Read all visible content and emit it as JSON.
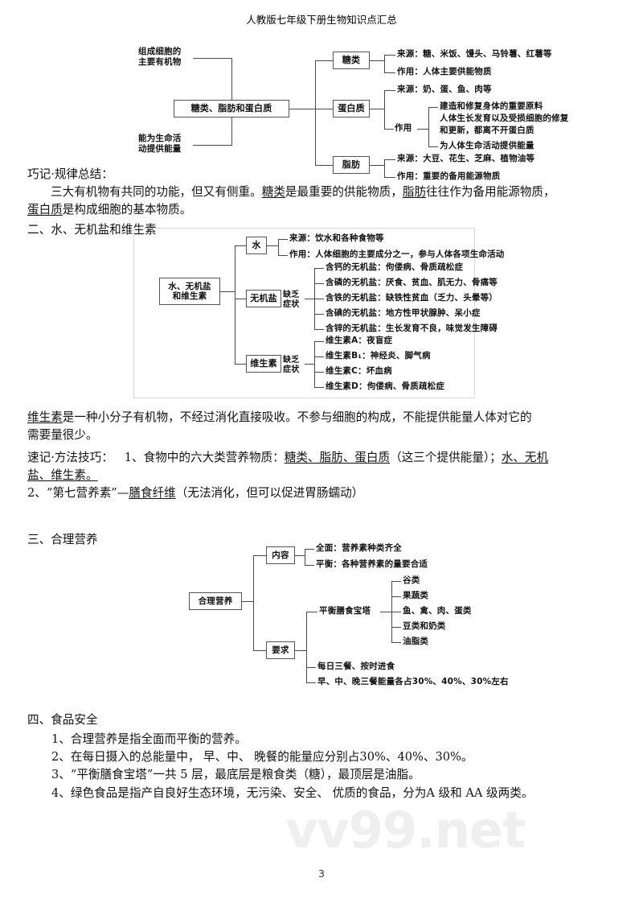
{
  "header": {
    "title": "人教版七年级下册生物知识点汇总"
  },
  "page_number": "3",
  "watermark": "vv99.net",
  "diagram1": {
    "left_label_top": "组成细胞的\n主要有机物",
    "left_label_top_line1": "组成细胞的",
    "left_label_top_line2": "主要有机物",
    "left_label_bottom_line1": "能为生命活",
    "left_label_bottom_line2": "动提供能量",
    "root": "糖类、脂肪和蛋白质",
    "branches": [
      {
        "name": "糖类",
        "items": [
          "来源：糖、米饭、馒头、马铃薯、红薯等",
          "作用：人体主要供能物质"
        ]
      },
      {
        "name": "蛋白质",
        "source": "来源：奶、蛋、鱼、肉等",
        "effect_label": "作用",
        "effects": [
          "建造和修复身体的重要原料",
          "人体生长发育以及受损细胞的修复",
          "和更新，都离不开蛋白质",
          "为人体生命活动提供能量"
        ]
      },
      {
        "name": "脂肪",
        "items": [
          "来源：大豆、花生、芝麻、植物油等",
          "作用：重要的备用能源物质"
        ]
      }
    ]
  },
  "para1": {
    "title": "巧记·规律总结：",
    "line1_a": "三大有机物有共同的功能，但又有侧重。",
    "line1_u1": "糖类",
    "line1_b": "是最重要的供能物质，",
    "line1_u2": "脂肪",
    "line1_c": "往往作为备用能源物质，",
    "line2_u1": "蛋白质",
    "line2_a": "是构成细胞的基本物质。"
  },
  "section2": {
    "heading": "二、水、无机盐和维生素"
  },
  "diagram2": {
    "root_line1": "水、无机盐",
    "root_line2": "和维生素",
    "water": {
      "name": "水",
      "items": [
        "来源：饮水和各种食物等",
        "作用：人体细胞的主要成分之一，参与人体各项生命活动"
      ]
    },
    "minerals": {
      "name": "无机盐",
      "sub_line1": "缺乏",
      "sub_line2": "症状",
      "items": [
        "含钙的无机盐：佝偻病、骨质疏松症",
        "含磷的无机盐：厌食、贫血、肌无力、骨痛等",
        "含铁的无机盐：缺铁性贫血（乏力、头晕等）",
        "含碘的无机盐：地方性甲状腺肿、呆小症",
        "含锌的无机盐：生长发育不良，味觉发生障碍"
      ]
    },
    "vitamins": {
      "name": "维生素",
      "sub_line1": "缺乏",
      "sub_line2": "症状",
      "items": [
        "维生素A：夜盲症",
        "维生素B₁：神经炎、脚气病",
        "维生素C：坏血病",
        "维生素D：佝偻病、骨质疏松症"
      ]
    }
  },
  "para2": {
    "u1": "维生素",
    "line1": "是一种小分子有机物，不经过消化直接吸收。不参与细胞的构成，不能提供能量人体对它的",
    "line2": "需要量很少。"
  },
  "para3": {
    "prefix": "速记·方法技巧：",
    "item1_a": "1、食物中的六大类营养物质：",
    "item1_u1": "糖类、脂肪、蛋白质",
    "item1_b": "（这三个提供能量）；",
    "item1_u2": "水、无机",
    "item1_u3": "盐、维生素。",
    "item2_a": "2、“第七营养素”—",
    "item2_u": "膳食纤维",
    "item2_b": "（无法消化，但可以促进胃肠蠕动）"
  },
  "section3": {
    "heading": "三、合理营养"
  },
  "diagram3": {
    "root": "合理营养",
    "content": {
      "name": "内容",
      "items": [
        "全面：营养素种类齐全",
        "平衡：各种营养素的量要合适"
      ]
    },
    "requirement": {
      "name": "要求",
      "pagoda_label": "平衡膳食宝塔",
      "pagoda_items": [
        "谷类",
        "果蔬类",
        "鱼、禽、肉、蛋类",
        "豆类和奶类",
        "油脂类"
      ],
      "others": [
        "每日三餐、按时进食",
        "早、中、晚三餐能量各占30%、40%、30%左右"
      ]
    }
  },
  "section4": {
    "heading": "四、食品安全",
    "items": [
      "1、合理营养是指全面而平衡的营养。",
      "2、在每日摄入的总能量中，  早、中、 晚餐的能量应分别占30%、40%、30%。",
      "3、“平衡膳食宝塔”一共 5 层，最底层是粮食类（糖），最顶层是油脂。",
      "4、绿色食品是指产自良好生态环境，无污染、安全、 优质的食品，分为A 级和 AA 级两类。"
    ]
  }
}
